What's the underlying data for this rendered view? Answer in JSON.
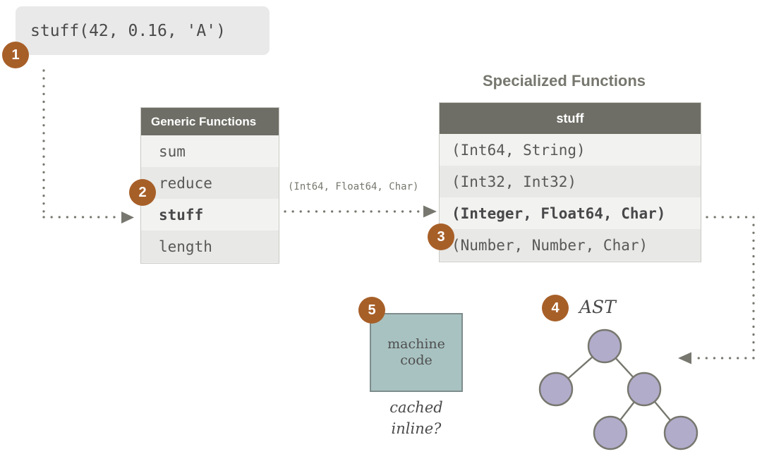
{
  "call": {
    "code": "stuff(42, 0.16, 'A')"
  },
  "generic": {
    "header": "Generic Functions",
    "rows": [
      {
        "label": "sum",
        "bold": false
      },
      {
        "label": "reduce",
        "bold": false
      },
      {
        "label": "stuff",
        "bold": true
      },
      {
        "label": "length",
        "bold": false
      }
    ]
  },
  "specialized": {
    "title": "Specialized Functions",
    "header": "stuff",
    "rows": [
      {
        "label": "(Int64, String)",
        "bold": false
      },
      {
        "label": "(Int32, Int32)",
        "bold": false
      },
      {
        "label": "(Integer, Float64, Char)",
        "bold": true
      },
      {
        "label": "(Number, Number, Char)",
        "bold": false
      }
    ]
  },
  "edge_label": "(Int64, Float64, Char)",
  "machine": {
    "line1": "machine",
    "line2": "code",
    "caption1": "cached",
    "caption2": "inline?"
  },
  "ast": {
    "label": "AST",
    "node_count": 5
  },
  "badges": [
    {
      "id": "badge-1",
      "number": "1"
    },
    {
      "id": "badge-2",
      "number": "2"
    },
    {
      "id": "badge-3",
      "number": "3"
    },
    {
      "id": "badge-4",
      "number": "4"
    },
    {
      "id": "badge-5",
      "number": "5"
    }
  ],
  "colors": {
    "badge": "#a75f28",
    "table_header": "#6e6e66",
    "row_light": "#f2f2f0",
    "row_dark": "#e8e8e6",
    "code_box": "#e9e9e9",
    "machine_box": "#a8c2c1",
    "machine_box_border": "#7e8c8c",
    "ast_node": "#b2accb",
    "ast_node_border": "#77776f",
    "connector": "#77776f",
    "title_text": "#77776f"
  }
}
